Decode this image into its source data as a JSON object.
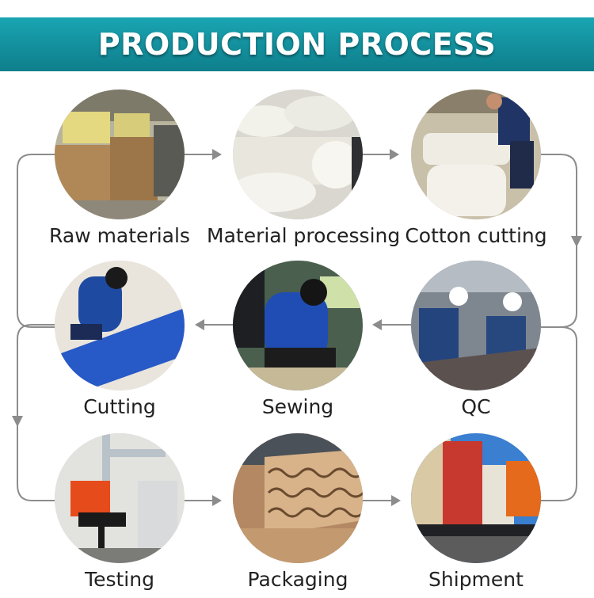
{
  "header": {
    "title": "PRODUCTION PROCESS"
  },
  "colors": {
    "banner": "#1598a6",
    "connector": "#8c8c8c",
    "label": "#222222"
  },
  "steps": [
    {
      "label": "Raw materials",
      "photo": "warehouse-stacked-foam-photo"
    },
    {
      "label": "Material processing",
      "photo": "foam-rolls-photo"
    },
    {
      "label": "Cotton cutting",
      "photo": "cotton-cutting-worker-photo"
    },
    {
      "label": "Cutting",
      "photo": "fabric-cutting-worker-photo"
    },
    {
      "label": "Sewing",
      "photo": "sewing-worker-photo"
    },
    {
      "label": "QC",
      "photo": "quality-check-workers-photo"
    },
    {
      "label": "Testing",
      "photo": "chair-testing-machine-photo"
    },
    {
      "label": "Packaging",
      "photo": "corrugated-carton-photo"
    },
    {
      "label": "Shipment",
      "photo": "container-truck-photo"
    }
  ]
}
